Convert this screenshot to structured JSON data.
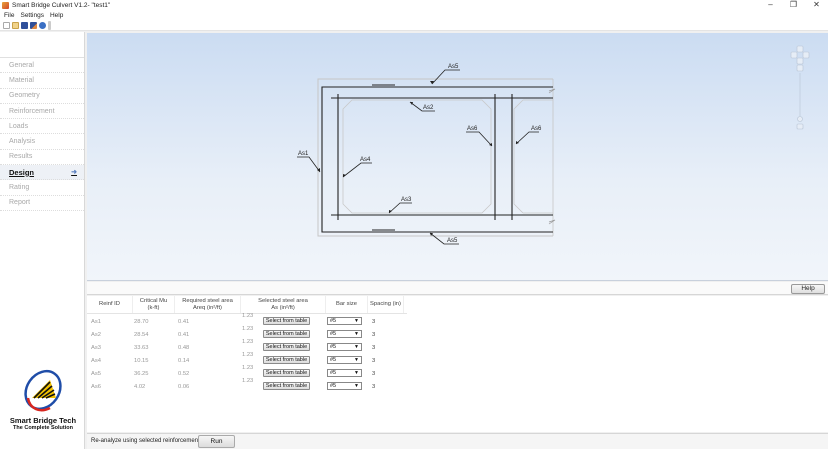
{
  "window": {
    "title": "Smart Bridge Culvert V1.2- \"test1\"",
    "controls": {
      "minimize": "–",
      "restore": "❐",
      "close": "✕"
    }
  },
  "menu": [
    "File",
    "Settings",
    "Help"
  ],
  "toolbar": {
    "icons": [
      "new-file-icon",
      "open-file-icon",
      "save-icon",
      "save-as-icon",
      "help-icon"
    ]
  },
  "sidebar": {
    "items": [
      {
        "label": "General",
        "active": false
      },
      {
        "label": "Material",
        "active": false
      },
      {
        "label": "Geometry",
        "active": false
      },
      {
        "label": "Reinforcement",
        "active": false
      },
      {
        "label": "Loads",
        "active": false
      },
      {
        "label": "Analysis",
        "active": false
      },
      {
        "label": "Results",
        "active": false
      },
      {
        "label": "Design",
        "active": true
      },
      {
        "label": "Rating",
        "active": false
      },
      {
        "label": "Report",
        "active": false
      }
    ],
    "active_arrow": "➜",
    "logo": {
      "brand": "Smart Bridge Tech",
      "tagline": "The Complete Solution"
    }
  },
  "drawing": {
    "labels": {
      "as5_top": "As5",
      "as2": "As2",
      "as6_left": "As6",
      "as6_right": "As6",
      "as1": "As1",
      "as4": "As4",
      "as3": "As3",
      "as5_bottom": "As5"
    }
  },
  "help_button": "Help",
  "table": {
    "headers": {
      "reinf_id": "Reinf ID",
      "critical_mu": "Critical Mu",
      "critical_mu_unit": "(k-ft)",
      "required_area": "Required steel area",
      "required_area_sub": "Areq (in²/ft)",
      "selected_area": "Selected steel area",
      "selected_area_sub": "As (in²/ft)",
      "bar_size": "Bar size",
      "spacing": "Spacing (in)"
    },
    "rows": [
      {
        "id": "As1",
        "mu": "28.70",
        "areq": "0.41",
        "as": "1.23",
        "select": "Select from table",
        "bar": "#5",
        "spacing": "3"
      },
      {
        "id": "As2",
        "mu": "28.54",
        "areq": "0.41",
        "as": "1.23",
        "select": "Select from table",
        "bar": "#5",
        "spacing": "3"
      },
      {
        "id": "As3",
        "mu": "33.63",
        "areq": "0.48",
        "as": "1.23",
        "select": "Select from table",
        "bar": "#5",
        "spacing": "3"
      },
      {
        "id": "As4",
        "mu": "10.15",
        "areq": "0.14",
        "as": "1.23",
        "select": "Select from table",
        "bar": "#5",
        "spacing": "3"
      },
      {
        "id": "As5",
        "mu": "36.25",
        "areq": "0.52",
        "as": "1.23",
        "select": "Select from table",
        "bar": "#5",
        "spacing": "3"
      },
      {
        "id": "As6",
        "mu": "4.02",
        "areq": "0.06",
        "as": "1.23",
        "select": "Select from table",
        "bar": "#5",
        "spacing": "3"
      }
    ]
  },
  "bottom": {
    "label": "Re-analyze using selected reinforcement:",
    "run": "Run"
  }
}
